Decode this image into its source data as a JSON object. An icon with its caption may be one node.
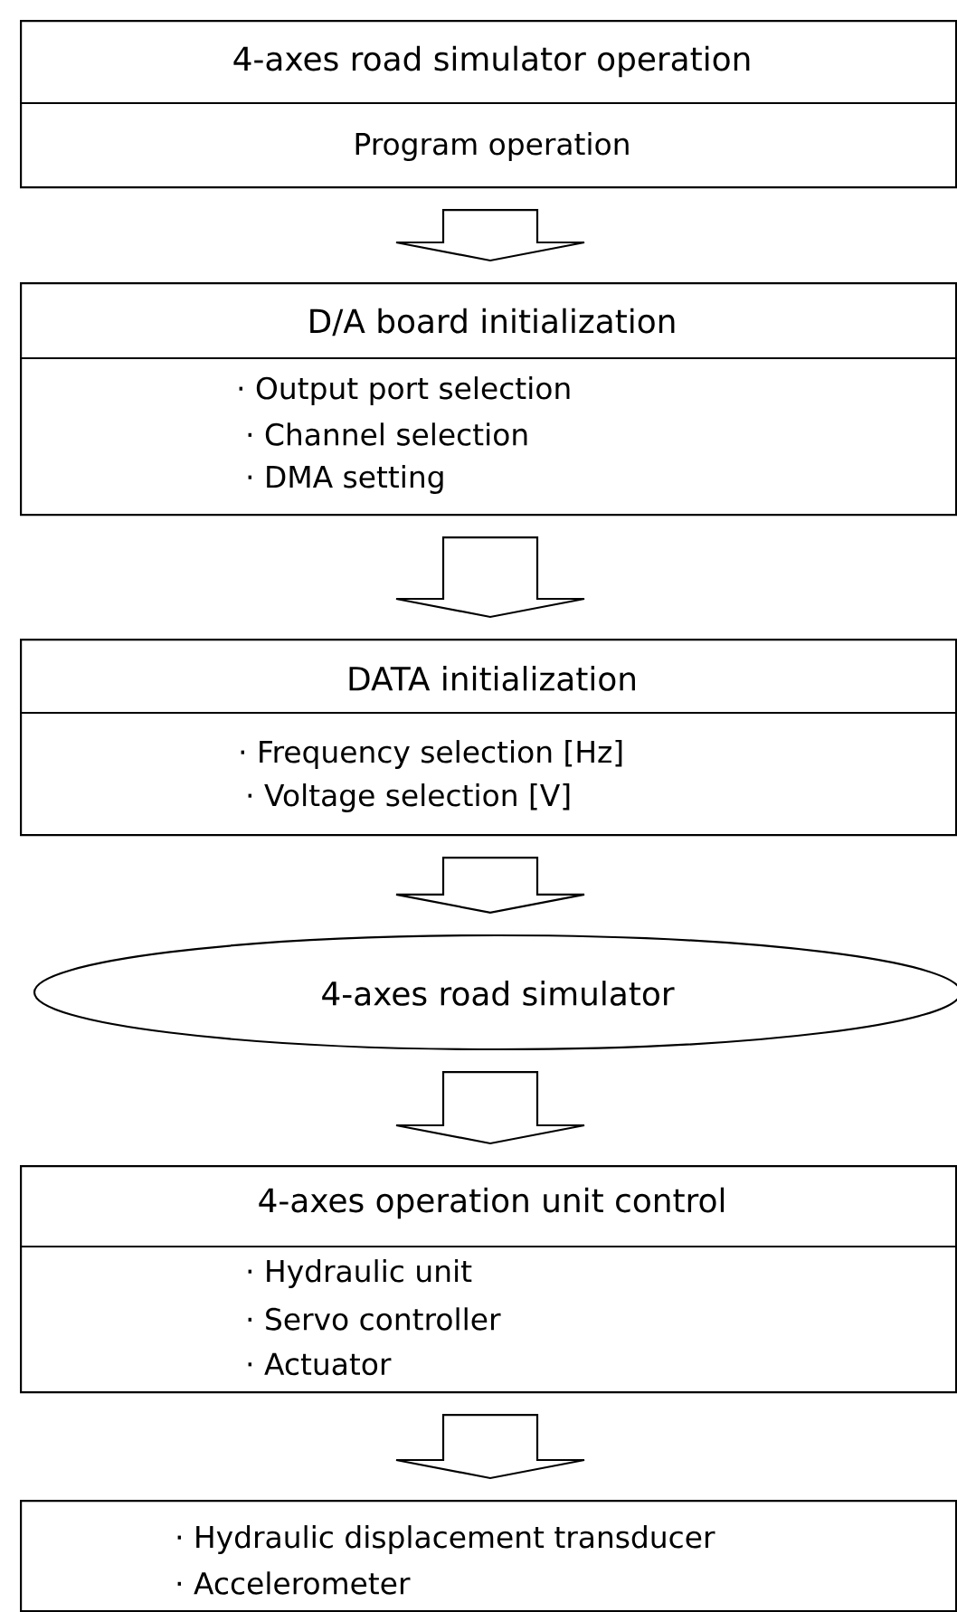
{
  "diagram": {
    "nodes": [
      {
        "text": [
          "4-axes road simulator operation",
          "Program operation"
        ]
      },
      {
        "text": [
          "D/A board initialization",
          "· Output port selection",
          "· Channel selection",
          "· DMA setting"
        ]
      },
      {
        "text": [
          "DATA initialization",
          "· Frequency selection [Hz]",
          "· Voltage selection [V]"
        ]
      },
      {
        "text": [
          "4-axes road simulator"
        ]
      },
      {
        "text": [
          "4-axes operation unit control",
          "· Hydraulic unit",
          "· Servo controller",
          "· Actuator"
        ]
      },
      {
        "text": [
          "· Hydraulic displacement transducer",
          "· Accelerometer"
        ]
      }
    ],
    "edges": [
      {
        "from": 0,
        "to": 1,
        "arrow": "to"
      },
      {
        "from": 1,
        "to": 2,
        "arrow": "to"
      },
      {
        "from": 2,
        "to": 3,
        "arrow": "to"
      },
      {
        "from": 3,
        "to": 4,
        "arrow": "to"
      },
      {
        "from": 4,
        "to": 5,
        "arrow": "to"
      }
    ]
  }
}
